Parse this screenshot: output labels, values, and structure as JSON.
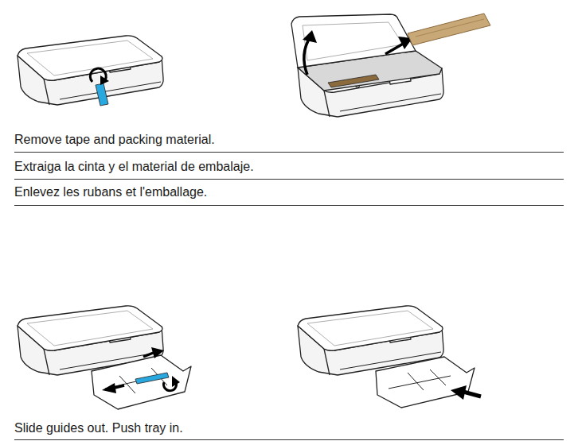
{
  "diagram": {
    "labels": [
      "Remove tape and packing material.",
      "Extraiga la cinta y el material de embalaje.",
      "Enlevez les rubans et l'emballage.",
      "Slide guides out. Push tray in."
    ]
  }
}
